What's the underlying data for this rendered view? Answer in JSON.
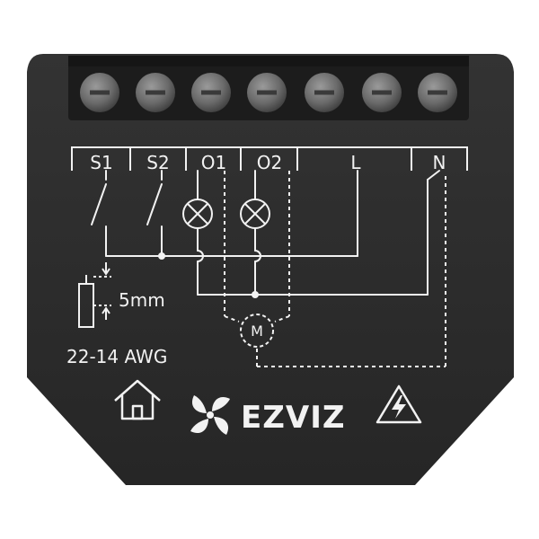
{
  "device": {
    "terminals": [
      "S1",
      "S2",
      "O1",
      "O2",
      "L",
      "N"
    ],
    "wire_length": "5mm",
    "wire_gauge": "22-14 AWG",
    "motor_label": "M",
    "brand": "EZVIZ",
    "icons": [
      "home-icon",
      "ezviz-logo-icon",
      "warning-high-voltage-icon"
    ],
    "colors": {
      "body": "#2b2b2b",
      "terminal_block": "#1c1c1c",
      "screw": "#6e6e6e",
      "print": "#f2f2f2"
    }
  }
}
